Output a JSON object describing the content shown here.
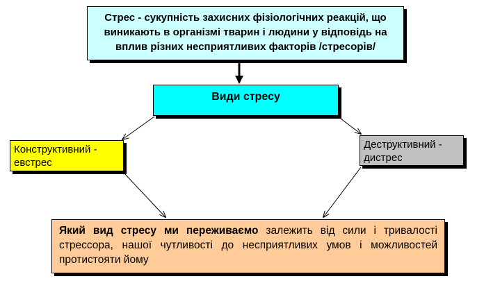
{
  "colors": {
    "definition_fill": "#ccffff",
    "types_fill": "#00ffff",
    "constructive_fill": "#ffff00",
    "destructive_fill": "#c0c0c0",
    "conclusion_fill": "#ffcc99",
    "connector": "#000000"
  },
  "definition": {
    "text": "Стрес - сукупність захисних фізіологічних реакцій, що виникають в організмі тварин і людини у відповідь на вплив різних несприятливих факторів /стресорів/"
  },
  "types": {
    "title": "Види стресу"
  },
  "constructive": {
    "text": "Конструктивний - евстрес"
  },
  "destructive": {
    "text": "Деструктивний - дистрес"
  },
  "conclusion": {
    "lead": "Який вид стресу ми переживаємо",
    "rest": " залежить від сили і тривалості стрессора, нашої чутливості до несприятливих умов і можливостей протистояти йому"
  }
}
